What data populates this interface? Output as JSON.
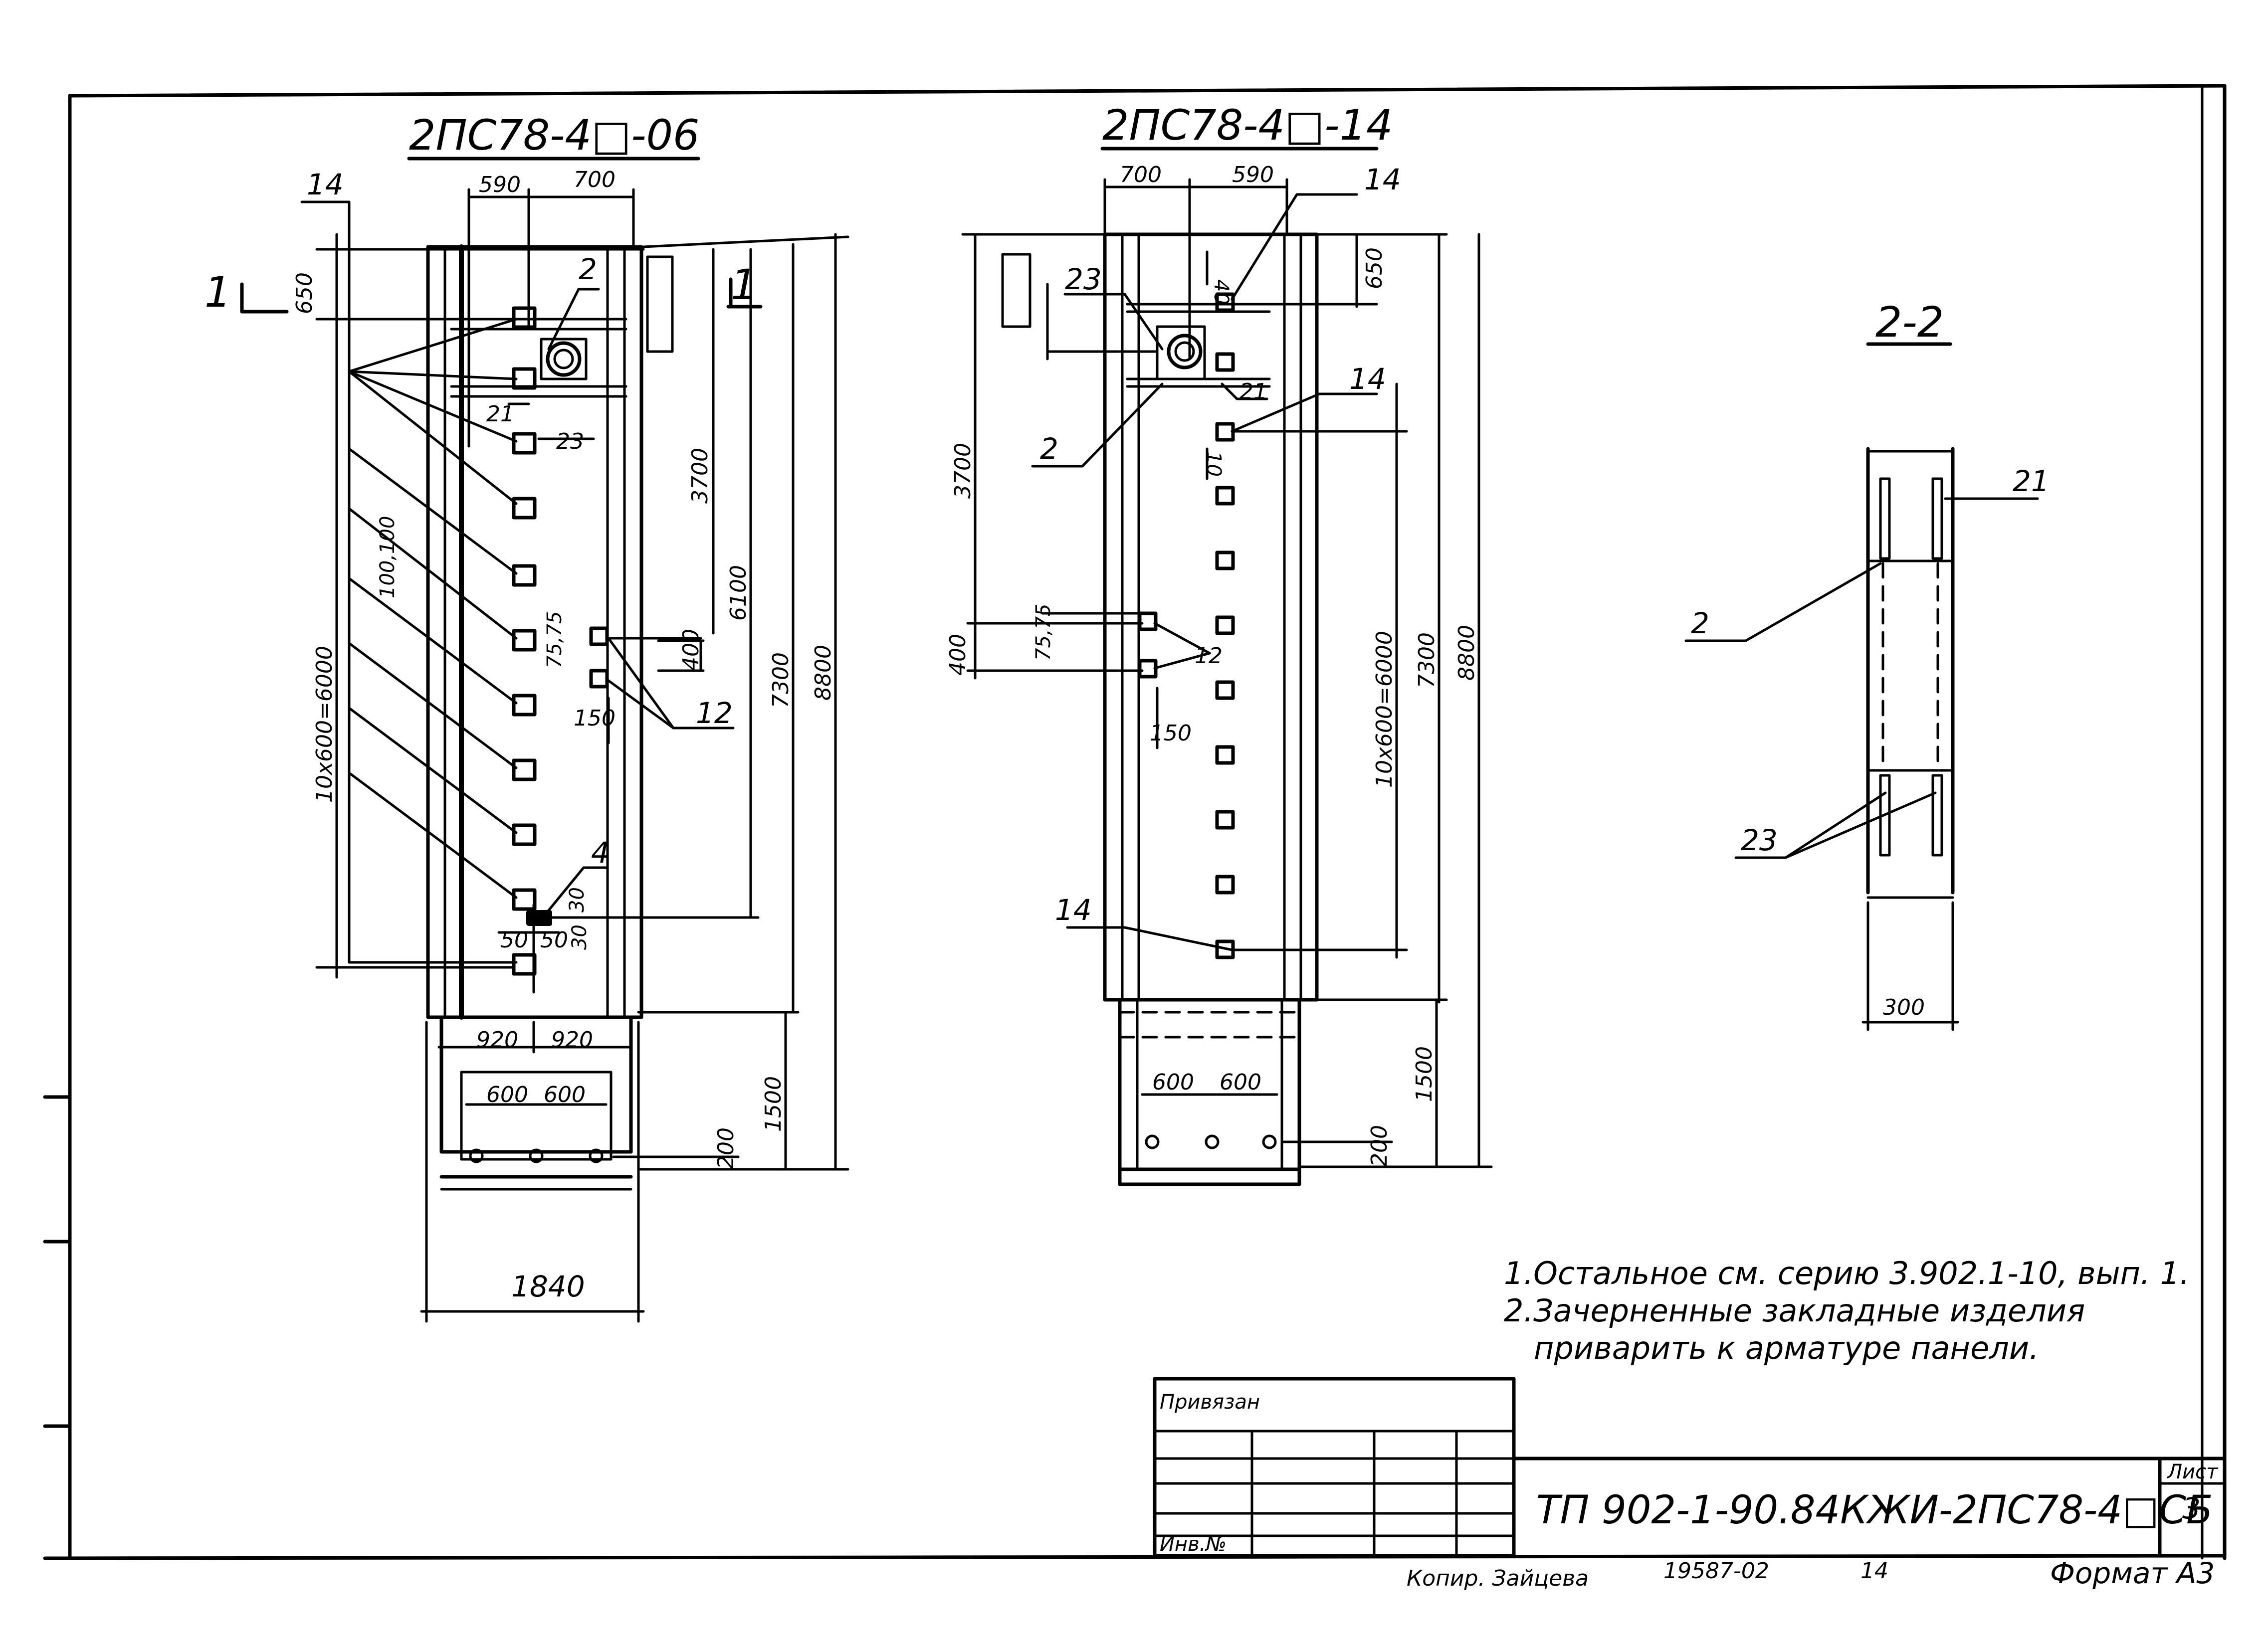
{
  "titles": {
    "left": "2ПС78-4□-06",
    "middle": "2ПС78-4□-14",
    "section": "2-2"
  },
  "left_view": {
    "top_dims": [
      "590",
      "700"
    ],
    "callouts": [
      "14",
      "2",
      "21",
      "23",
      "4",
      "12",
      "1"
    ],
    "vert_dims": [
      "650",
      "10x600=6000",
      "100,100",
      "75,75",
      "400",
      "150",
      "3700",
      "6100",
      "7300",
      "8800",
      "1500",
      "200",
      "30",
      "30"
    ],
    "bottom_dims": [
      "50",
      "50",
      "920",
      "920",
      "600",
      "600",
      "1840"
    ]
  },
  "middle_view": {
    "top_dims": [
      "700",
      "590"
    ],
    "callouts": [
      "14",
      "23",
      "2",
      "21",
      "14",
      "12",
      "14"
    ],
    "vert_dims": [
      "40",
      "650",
      "3700",
      "400",
      "75,75",
      "150",
      "10",
      "10x600=6000",
      "7300",
      "8800",
      "1500",
      "200"
    ],
    "bottom_dims": [
      "600",
      "600"
    ]
  },
  "section_view": {
    "callouts": [
      "21",
      "2",
      "23"
    ],
    "width_dim": "300"
  },
  "notes": [
    "1.Остальное см. серию 3.902.1-10, вып. 1.",
    "2.Зачерненные закладные изделия",
    "приварить к арматуре панели."
  ],
  "title_block": {
    "privyazan": "Привязан",
    "inv_no": "Инв.№",
    "code": "ТП 902-1-90.84КЖИ-2ПС78-4□СБ",
    "sheet_label": "Лист",
    "sheet_no": "3"
  },
  "footer": {
    "copied": "Копир. Зайцева",
    "number": "19587-02",
    "page": "14",
    "format": "Формат А3"
  }
}
